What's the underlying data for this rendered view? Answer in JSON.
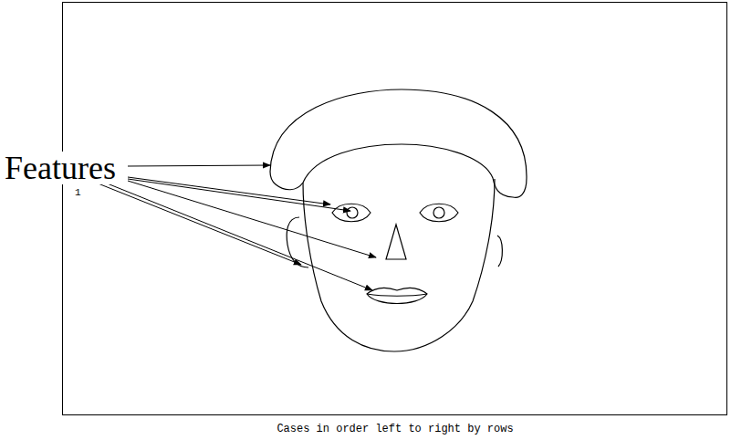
{
  "diagram": {
    "caption": "Cases in order left to right by rows",
    "labels": [
      "Features",
      "1"
    ]
  }
}
